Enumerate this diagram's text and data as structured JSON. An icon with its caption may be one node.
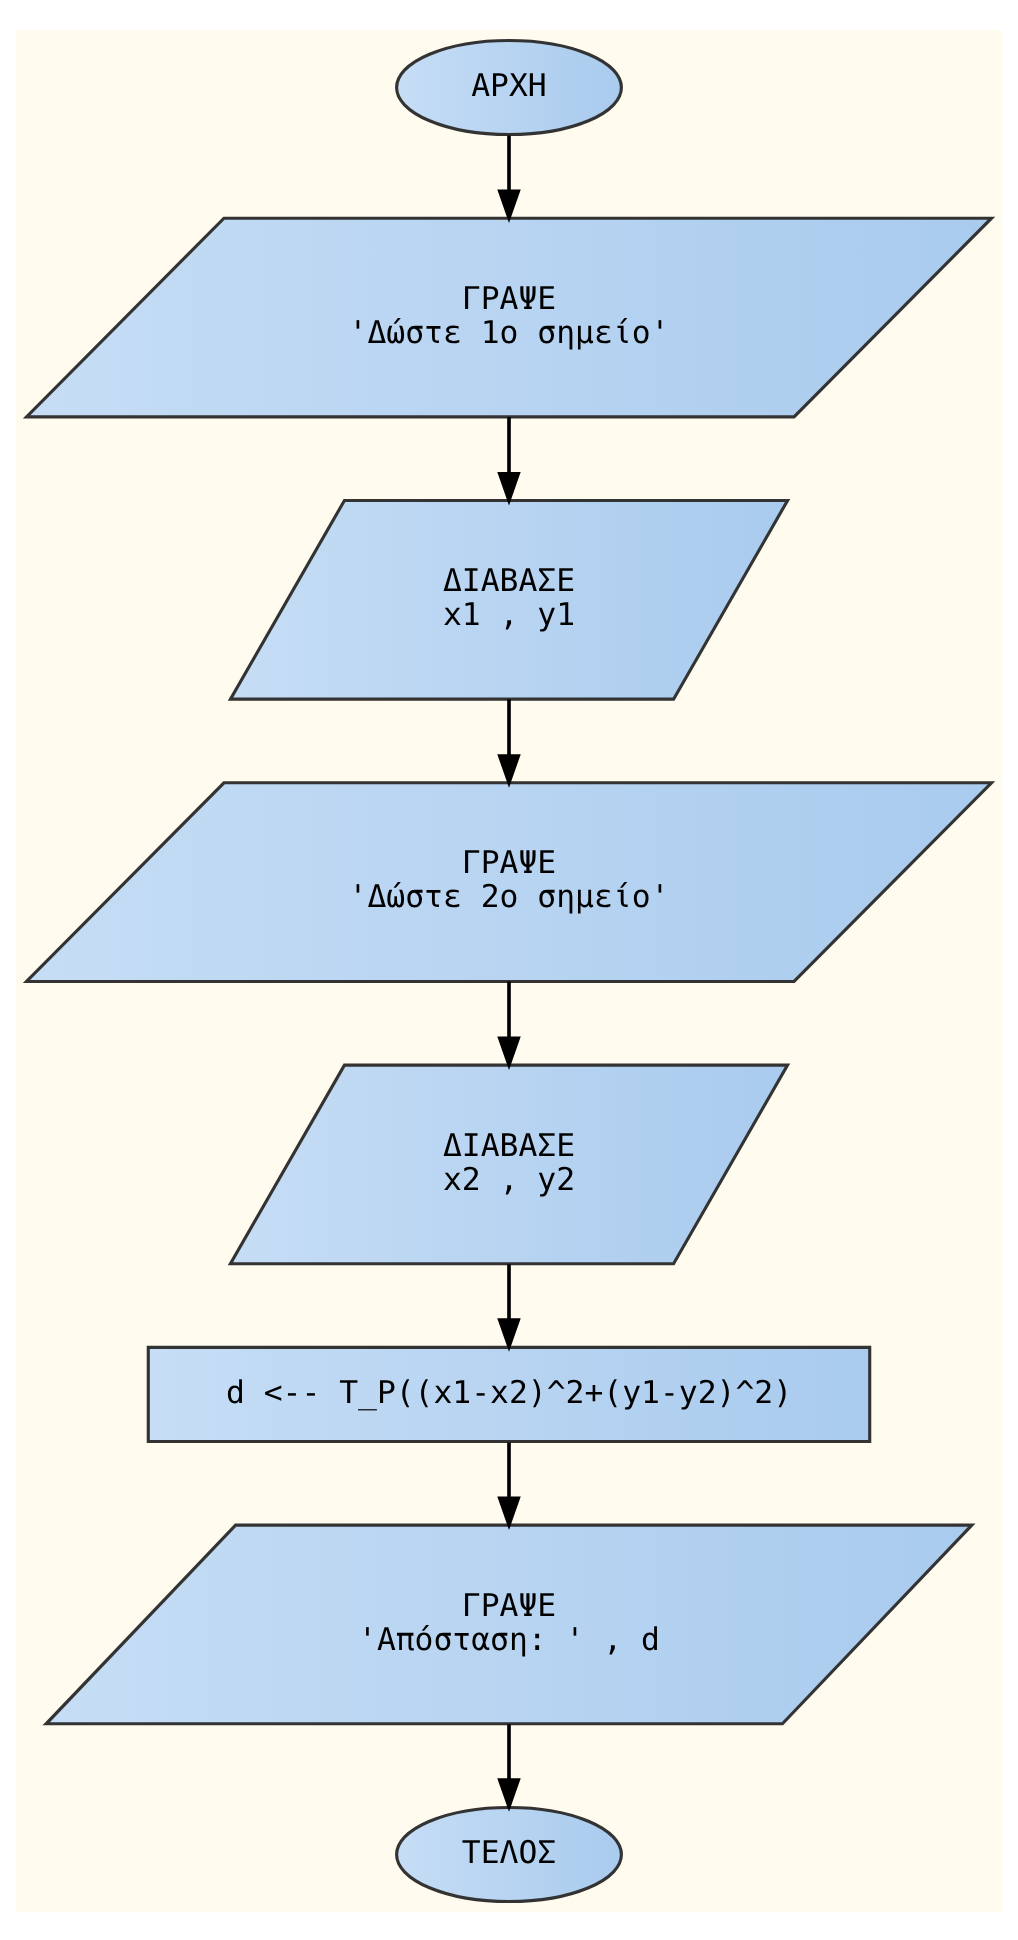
{
  "diagram": {
    "nodes": [
      {
        "text": [
          "ΑΡΧΗ"
        ]
      },
      {
        "text": [
          "ΓΡΑΨΕ",
          "'Δώστε 1ο σημείο'"
        ]
      },
      {
        "text": [
          "ΔΙΑΒΑΣΕ",
          "x1 , y1"
        ]
      },
      {
        "text": [
          "ΓΡΑΨΕ",
          "'Δώστε 2ο σημείο'"
        ]
      },
      {
        "text": [
          "ΔΙΑΒΑΣΕ",
          "x2 , y2"
        ]
      },
      {
        "text": [
          "d <-- T_P((x1-x2)^2+(y1-y2)^2)"
        ]
      },
      {
        "text": [
          "ΓΡΑΨΕ",
          "'Απόσταση: ' , d"
        ]
      },
      {
        "text": [
          "ΤΕΛΟΣ"
        ]
      }
    ],
    "edges": [
      {
        "from": 0,
        "to": 1,
        "arrow": "to"
      },
      {
        "from": 1,
        "to": 2,
        "arrow": "to"
      },
      {
        "from": 2,
        "to": 3,
        "arrow": "to"
      },
      {
        "from": 3,
        "to": 4,
        "arrow": "to"
      },
      {
        "from": 4,
        "to": 5,
        "arrow": "to"
      },
      {
        "from": 5,
        "to": 6,
        "arrow": "to"
      },
      {
        "from": 6,
        "to": 7,
        "arrow": "to"
      }
    ]
  }
}
